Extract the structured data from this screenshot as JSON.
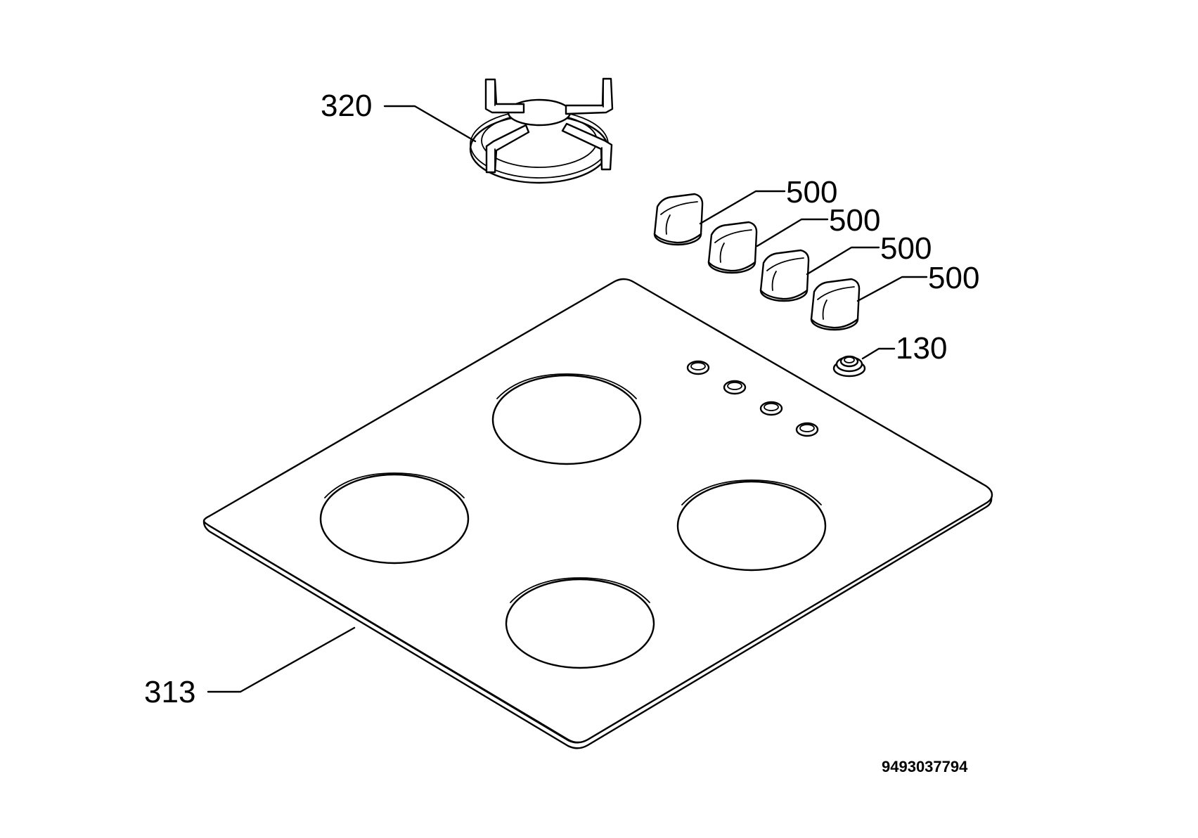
{
  "callouts": {
    "pan_support": "320",
    "knob_1": "500",
    "knob_2": "500",
    "knob_3": "500",
    "knob_4": "500",
    "ignition_button": "130",
    "hob_top": "313"
  },
  "drawing_number": "9493037794",
  "colors": {
    "line": "#000000",
    "background": "#ffffff"
  }
}
